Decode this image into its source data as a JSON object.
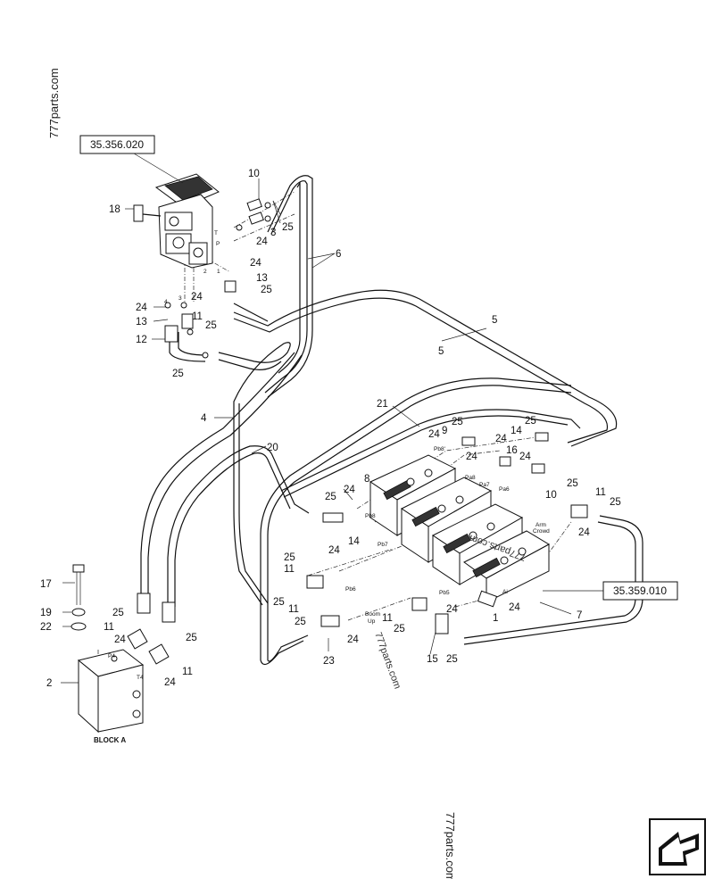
{
  "watermarks": {
    "top_left": "777parts.com",
    "bottom_center": "777parts.com",
    "valve_overlay": "777parts.com",
    "middle": "777parts.com"
  },
  "references": {
    "pilot_valve": "35.356.020",
    "control_valve": "35.359.010"
  },
  "block_label": "BLOCK A",
  "port_labels": {
    "T": "T",
    "P": "P",
    "p1": "1",
    "p2": "2",
    "p3": "3",
    "p4": "4",
    "Pb8": "Pb8",
    "Pb8p": "Pb8'",
    "Pa8": "Pa8",
    "Pa7": "Pa7",
    "Pa6": "Pa6",
    "Pb7": "Pb7",
    "Pb6": "Pb6",
    "Pb5": "Pb5",
    "Ai": "Ai",
    "Pb5b": "Pb5",
    "P4": "P4",
    "T4": "T4",
    "arm_crowd_1": "Arm",
    "arm_crowd_2": "Crowd",
    "boom_up_1": "Boom",
    "boom_up_2": "Up"
  },
  "callouts": {
    "c10a": "10",
    "c18": "18",
    "c25a": "25",
    "c3a": "3",
    "c24a": "24",
    "c24b": "24",
    "c13a": "13",
    "c25b": "25",
    "c6": "6",
    "c24c": "24",
    "c3b": "3",
    "c24d": "24",
    "c13b": "13",
    "c11a": "11",
    "c12": "12",
    "c25c": "25",
    "c25d": "25",
    "c5a": "5",
    "c5b": "5",
    "c4": "4",
    "c21": "21",
    "c20": "20",
    "c24e": "24",
    "c9": "9",
    "c25e": "25",
    "c14a": "14",
    "c25f": "25",
    "c24f": "24",
    "c24g": "24",
    "c16": "16",
    "c24h": "24",
    "c25g": "25",
    "c8": "8",
    "c25h": "25",
    "c24i": "24",
    "c10b": "10",
    "c11b": "11",
    "c25i": "25",
    "c14b": "14",
    "c24j": "24",
    "c25j": "25",
    "c11c": "11",
    "c24k": "24",
    "c25k": "25",
    "c11d": "11",
    "c25l": "25",
    "c17": "17",
    "c19": "19",
    "c22": "22",
    "c25m": "25",
    "c11e": "11",
    "c25n": "25",
    "c24l": "24",
    "c11f": "11",
    "c2": "2",
    "c23": "23",
    "c24m": "24",
    "c11g": "11",
    "c24n": "24",
    "c15": "15",
    "c25o": "25",
    "c7": "7",
    "c1": "1",
    "c24o": "24",
    "c24p": "24",
    "c25p": "25"
  }
}
